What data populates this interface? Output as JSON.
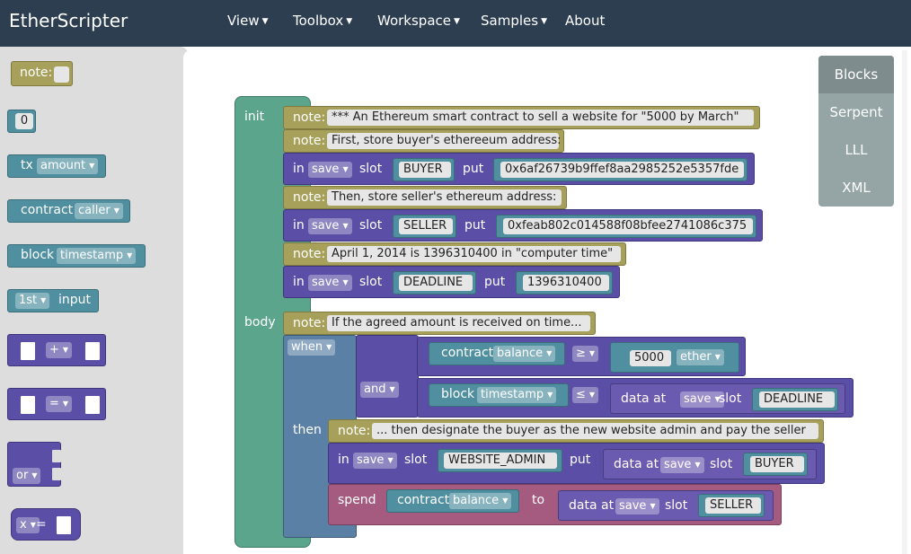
{
  "nav": {
    "brand": "EtherScripter",
    "menus": [
      "View",
      "Toolbox",
      "Workspace",
      "Samples",
      "About"
    ]
  },
  "toolbox": {
    "note_label": "note:",
    "zero": "0",
    "tx": "tx",
    "tx_field": "amount",
    "contract": "contract",
    "contract_field": "caller",
    "block": "block",
    "block_field": "timestamp",
    "first": "1st",
    "input": "input",
    "plus": "+",
    "equals": "=",
    "or": "or",
    "x": "x",
    "assign": "="
  },
  "toggle": [
    "Blocks",
    "Serpent",
    "LLL",
    "XML"
  ],
  "program": {
    "init": "init",
    "body": "body",
    "note": "note:",
    "in": "in",
    "save": "save",
    "slot": "slot",
    "put": "put",
    "note1": "*** An Ethereum smart contract to sell a website for \"5000 by March\"",
    "note2": "First, store buyer's ethereeum address:",
    "buyer": "BUYER",
    "buyer_addr": "0x6af26739b9ffef8aa2985252e5357fde",
    "note3": "Then, store seller's ethereum address:",
    "seller": "SELLER",
    "seller_addr": "0xfeab802c014588f08bfee2741086c375",
    "note4": "April 1, 2014 is 1396310400 in \"computer time\"",
    "deadline": "DEADLINE",
    "deadline_val": "1396310400",
    "note5": "If the agreed amount is received on time...",
    "when": "when",
    "then": "then",
    "and": "and",
    "contract": "contract",
    "balance": "balance",
    "gte": "≥",
    "amount": "5000",
    "ether": "ether",
    "block": "block",
    "timestamp": "timestamp",
    "lte": "≤",
    "data_at": "data at",
    "note6": "... then designate the buyer as the new website admin and pay the seller",
    "website_admin": "WEBSITE_ADMIN",
    "spend": "spend",
    "to": "to"
  }
}
